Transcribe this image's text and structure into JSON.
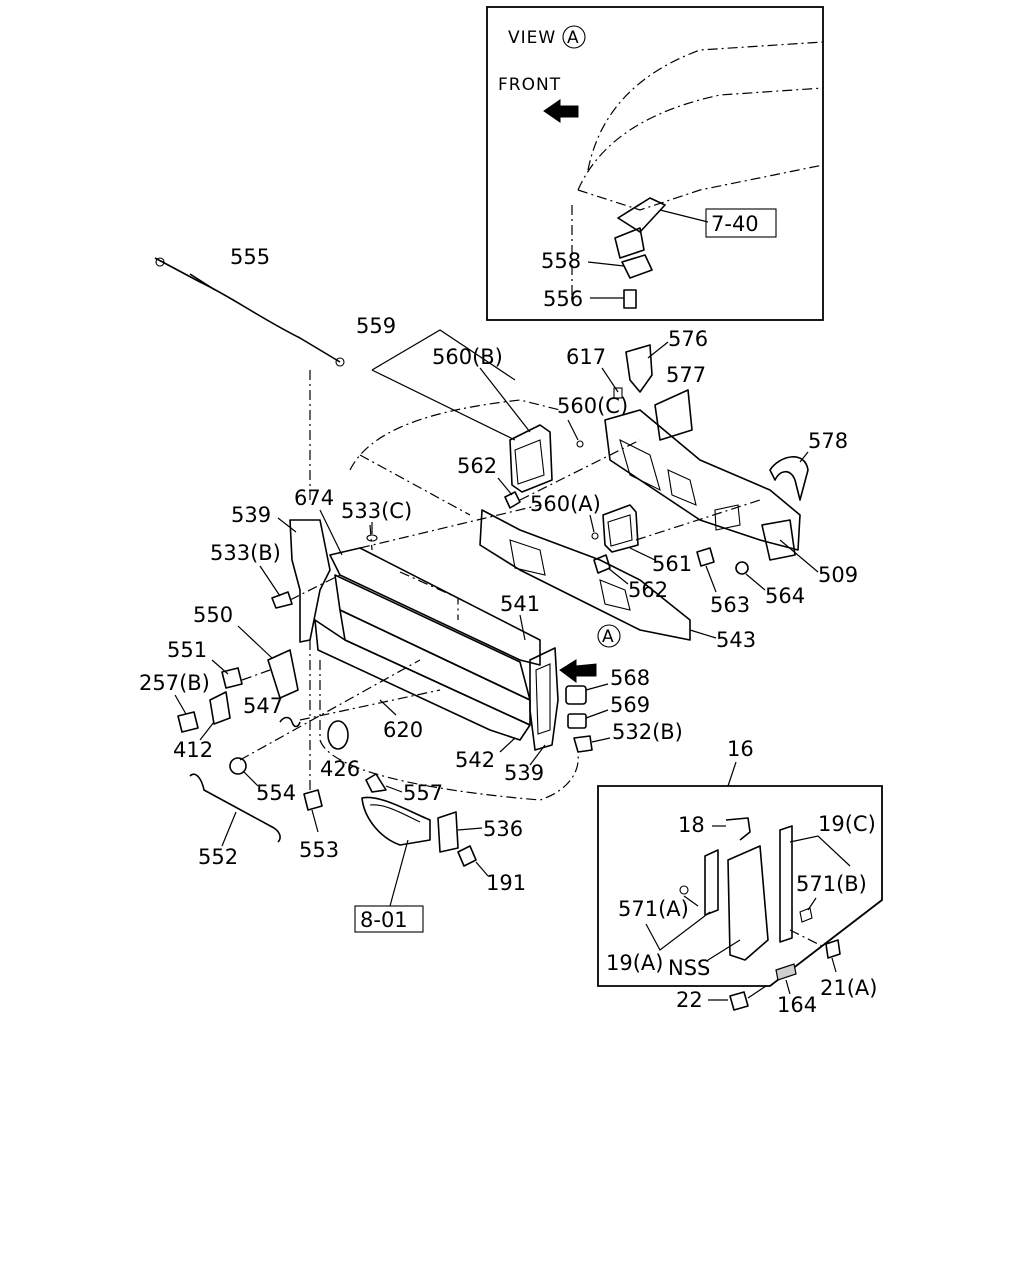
{
  "view": {
    "title": "VIEW",
    "marker": "A",
    "front": "FRONT",
    "ref": "7-40",
    "parts": [
      "558",
      "556"
    ]
  },
  "labels": {
    "p555": "555",
    "p559": "559",
    "p560b": "560(B)",
    "p617": "617",
    "p576": "576",
    "p577": "577",
    "p560c": "560(C)",
    "p578": "578",
    "p562a": "562",
    "p560a": "560(A)",
    "p539a": "539",
    "p674": "674",
    "p533c": "533(C)",
    "p533b": "533(B)",
    "p561": "561",
    "p509": "509",
    "p562b": "562",
    "p563": "563",
    "p564": "564",
    "p550": "550",
    "p541": "541",
    "p543": "543",
    "p551": "551",
    "p257b": "257(B)",
    "p568": "568",
    "p547": "547",
    "p569": "569",
    "p620": "620",
    "p532b": "532(B)",
    "p412": "412",
    "p426": "426",
    "p542": "542",
    "p539b": "539",
    "p554": "554",
    "p557": "557",
    "p536": "536",
    "p553": "553",
    "p552": "552",
    "p191": "191",
    "ref801": "8-01",
    "markerA": "A"
  },
  "inset": {
    "p16": "16",
    "p18": "18",
    "p19c": "19(C)",
    "p571b": "571(B)",
    "p571a": "571(A)",
    "p19a": "19(A)",
    "nss": "NSS",
    "p21a": "21(A)",
    "p22": "22",
    "p164": "164"
  }
}
